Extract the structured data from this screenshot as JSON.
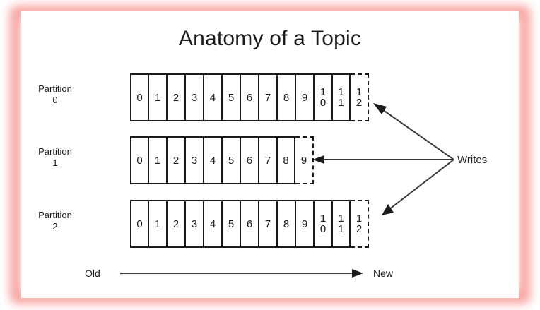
{
  "frame": {
    "glow_color": "#f79a96",
    "canvas_background": "#ffffff"
  },
  "diagram": {
    "title": "Anatomy of a Topic",
    "ink_color": "#1b1b1b",
    "arrow_color": "#3a3a3a",
    "partitions": [
      {
        "label_line1": "Partition",
        "label_line2": "0",
        "solid_cells": [
          "0",
          "1",
          "2",
          "3",
          "4",
          "5",
          "6",
          "7",
          "8",
          "9",
          "10",
          "11"
        ],
        "pending_cell": "12"
      },
      {
        "label_line1": "Partition",
        "label_line2": "1",
        "solid_cells": [
          "0",
          "1",
          "2",
          "3",
          "4",
          "5",
          "6",
          "7",
          "8"
        ],
        "pending_cell": "9"
      },
      {
        "label_line1": "Partition",
        "label_line2": "2",
        "solid_cells": [
          "0",
          "1",
          "2",
          "3",
          "4",
          "5",
          "6",
          "7",
          "8",
          "9",
          "10",
          "11"
        ],
        "pending_cell": "12"
      }
    ],
    "writes_label": "Writes",
    "axis": {
      "start_label": "Old",
      "end_label": "New"
    }
  }
}
